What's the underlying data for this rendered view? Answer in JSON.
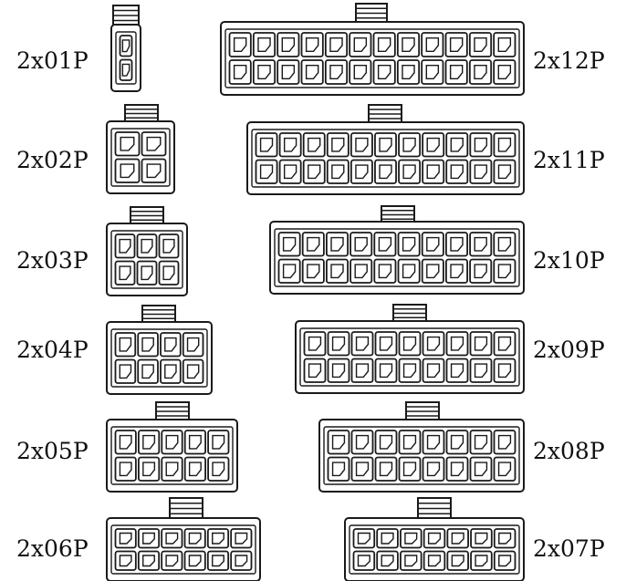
{
  "stroke_color": "#1a1a1a",
  "background_color": "#ffffff",
  "connectors": [
    {
      "label": "2x01P",
      "pins": 1
    },
    {
      "label": "2x02P",
      "pins": 2
    },
    {
      "label": "2x03P",
      "pins": 3
    },
    {
      "label": "2x04P",
      "pins": 4
    },
    {
      "label": "2x05P",
      "pins": 5
    },
    {
      "label": "2x06P",
      "pins": 6
    },
    {
      "label": "2x12P",
      "pins": 12
    },
    {
      "label": "2x11P",
      "pins": 11
    },
    {
      "label": "2x10P",
      "pins": 10
    },
    {
      "label": "2x09P",
      "pins": 9
    },
    {
      "label": "2x08P",
      "pins": 8
    },
    {
      "label": "2x07P",
      "pins": 7
    }
  ]
}
